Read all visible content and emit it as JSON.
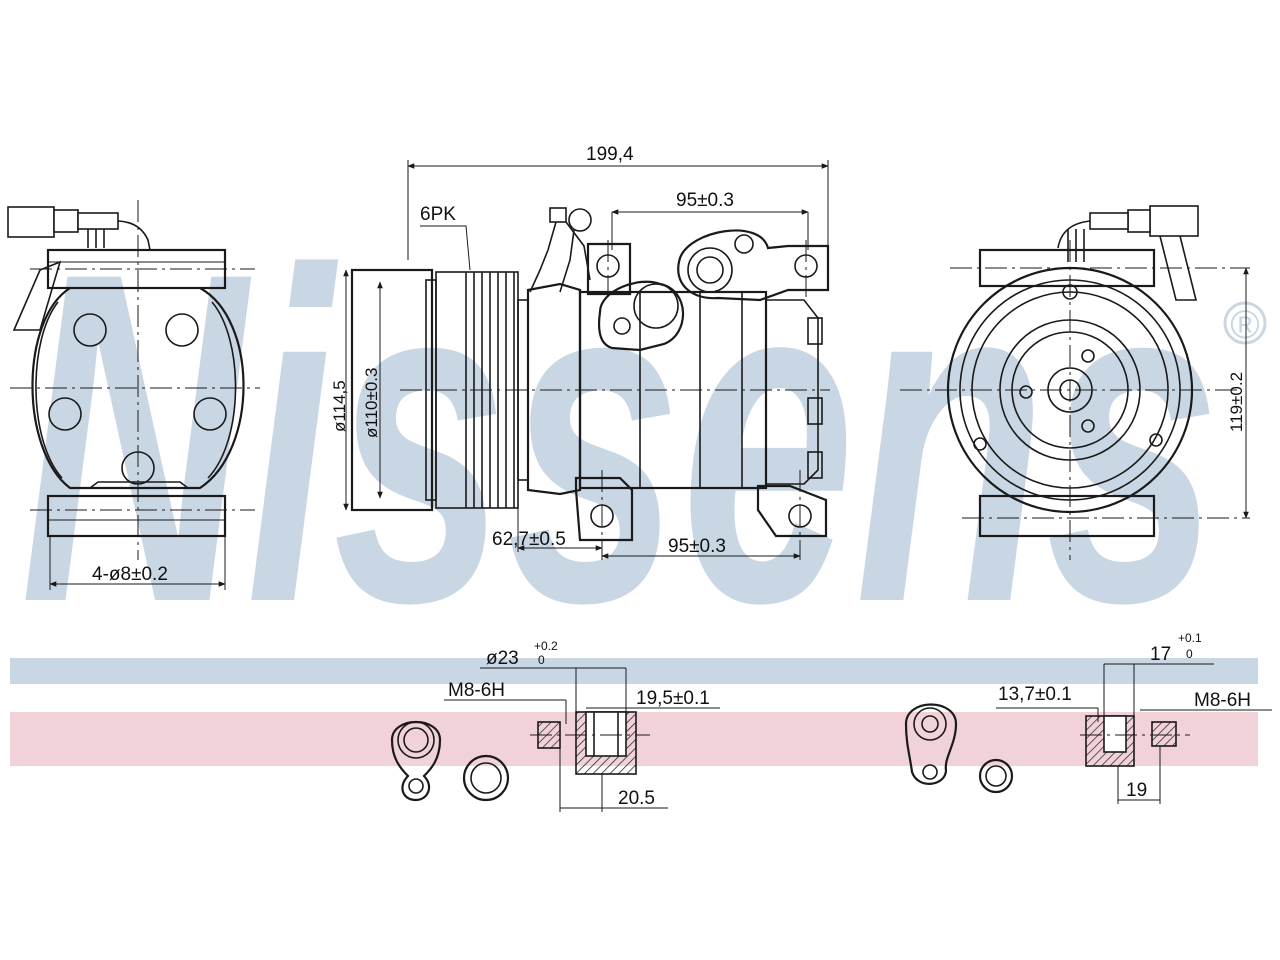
{
  "watermark": {
    "text": "Nissens",
    "registered_mark": "®",
    "color_blue": "#c9d6e4",
    "color_red": "#f1d2d8"
  },
  "dimensions": {
    "overall_length": "199,4",
    "pulley_type": "6PK",
    "top_mount_spacing": "95±0.3",
    "bottom_mount_spacing": "95±0.3",
    "pulley_offset": "62,7±0.5",
    "outer_diameter": "ø114,5",
    "pulley_diameter": "ø110±0.3",
    "mount_holes": "4-ø8±0.2",
    "height": "119±0.2"
  },
  "fitting_left": {
    "diameter": "ø23",
    "tolerance_upper": "+0.2",
    "tolerance_lower": "0",
    "thread": "M8-6H",
    "depth": "19,5±0.1",
    "length": "20.5"
  },
  "fitting_right": {
    "diameter": "17",
    "tolerance_upper": "+0.1",
    "tolerance_lower": "0",
    "thread": "M8-6H",
    "width": "13,7±0.1",
    "length": "19"
  }
}
